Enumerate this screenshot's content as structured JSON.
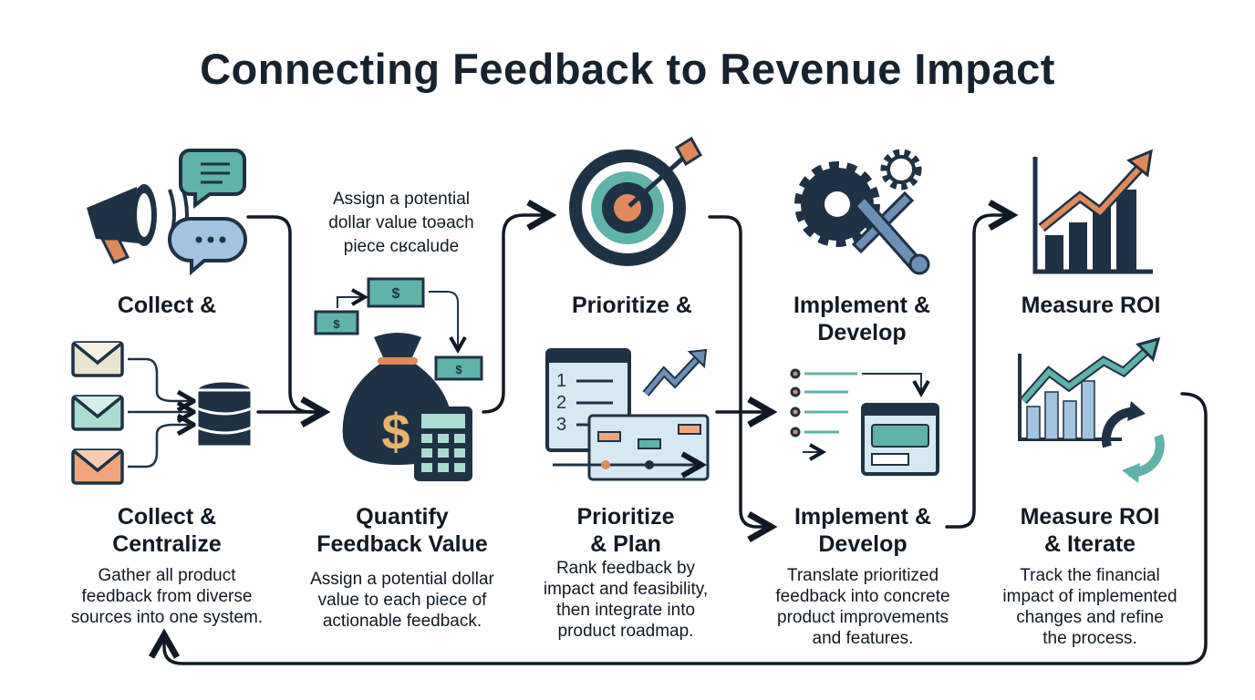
{
  "title": "Connecting Feedback to Revenue Impact",
  "annotation": [
    "Assign a potential",
    "dollar value toəach",
    "piece cʁcalude"
  ],
  "top_labels": {
    "collect": "Collect &",
    "prioritize": "Prioritize &",
    "implement": [
      "Implement &",
      "Develop"
    ],
    "measure": "Measure ROI"
  },
  "prioritize_list_numbers": [
    "1",
    "2",
    "3"
  ],
  "currency_symbol": "$",
  "steps": [
    {
      "title": [
        "Collect &",
        "Centralize"
      ],
      "desc": [
        "Gather all product",
        "feedback from diverse",
        "sources into one system."
      ]
    },
    {
      "title": [
        "Quantify",
        "Feedback Value"
      ],
      "desc": [
        "Assign a potential dollar",
        "value to each piece of",
        "actionable feedback."
      ]
    },
    {
      "title": [
        "Prioritize",
        "& Plan"
      ],
      "desc": [
        "Rank feedback by",
        "impact and feasibility,",
        "then integrate into",
        "product roadmap."
      ]
    },
    {
      "title": [
        "Implement &",
        "Develop"
      ],
      "desc": [
        "Translate prioritized",
        "feedback into concrete",
        "product improvements",
        "and features."
      ]
    },
    {
      "title": [
        "Measure ROI",
        "& Iterate"
      ],
      "desc": [
        "Track the financial",
        "impact of implemented",
        "changes and refine",
        "the process."
      ]
    }
  ],
  "colors": {
    "navy": "#1f3245",
    "teal": "#5fb3a8",
    "light_teal": "#a9dcd3",
    "orange": "#e08a5c",
    "light_blue": "#d6e8f2"
  }
}
